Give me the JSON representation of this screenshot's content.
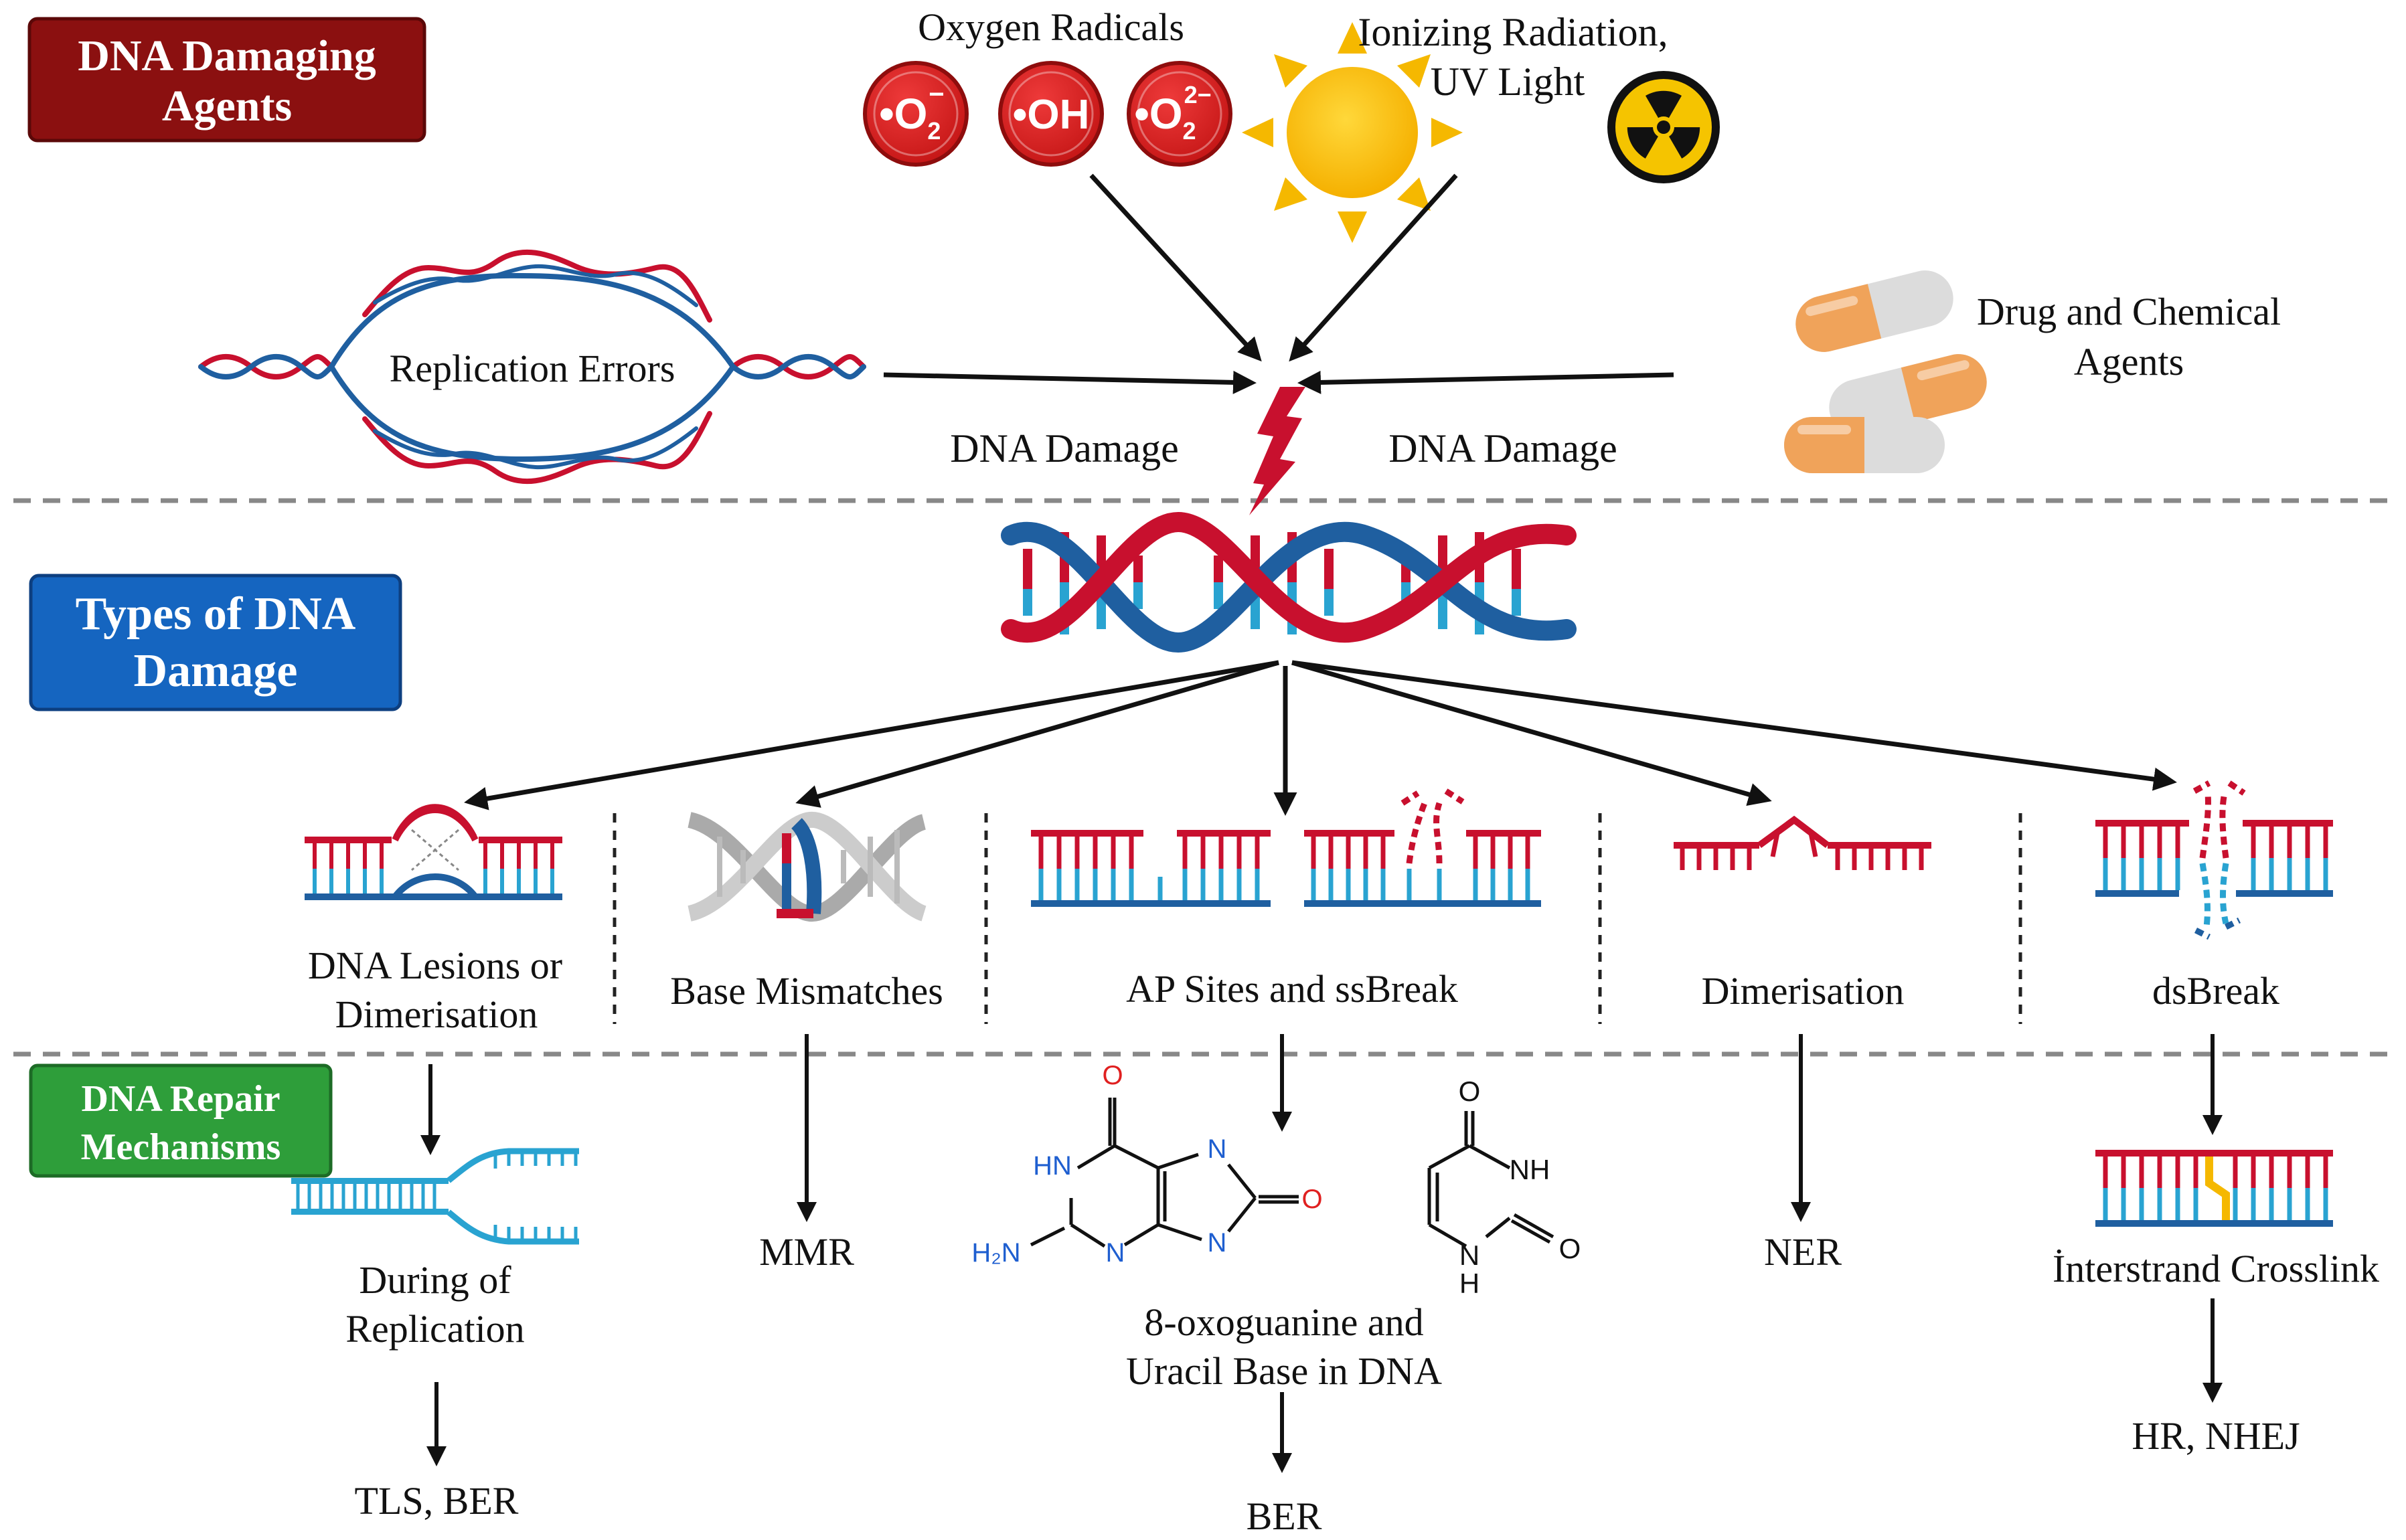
{
  "sections": {
    "agents": {
      "label_line1": "DNA Damaging",
      "label_line2": "Agents",
      "color": "#8b1010"
    },
    "types": {
      "label_line1": "Types of DNA",
      "label_line2": "Damage",
      "color": "#1565c0"
    },
    "repair": {
      "label_line1": "DNA Repair",
      "label_line2": "Mechanisms",
      "color": "#2e9e3a"
    }
  },
  "agents": {
    "oxygen_radicals": {
      "title": "Oxygen Radicals",
      "radicals": [
        {
          "base": "•O",
          "sub": "2",
          "sup": "−"
        },
        {
          "base": "•OH",
          "sub": "",
          "sup": ""
        },
        {
          "base": "•O",
          "sub": "2",
          "sup": "2−"
        }
      ]
    },
    "ionizing": {
      "line1": "Ionizing Radiation,",
      "line2": "UV Light"
    },
    "replication_errors": "Replication Errors",
    "drug": {
      "line1": "Drug and Chemical",
      "line2": "Agents"
    },
    "damage_left": "DNA Damage",
    "damage_right": "DNA Damage"
  },
  "types": [
    {
      "line1": "DNA Lesions or",
      "line2": "Dimerisation"
    },
    {
      "line1": "Base Mismatches",
      "line2": ""
    },
    {
      "line1": "AP Sites and ssBreak",
      "line2": ""
    },
    {
      "line1": "Dimerisation",
      "line2": ""
    },
    {
      "line1": "dsBreak",
      "line2": ""
    }
  ],
  "repair": {
    "during_replication": {
      "line1": "During of",
      "line2": "Replication"
    },
    "tls_ber": "TLS, BER",
    "mmr": "MMR",
    "oxo": {
      "line1": "8-oxoguanine and",
      "line2": "Uracil Base in DNA"
    },
    "ber": "BER",
    "ner": "NER",
    "crosslink": "İnterstrand Crosslink",
    "hr_nhej": "HR, NHEJ"
  },
  "chem_labels": {
    "o": "O",
    "n": "N",
    "hn": "HN",
    "nh": "NH",
    "h": "H",
    "h2n": "H₂N"
  },
  "colors": {
    "red": "#c8102e",
    "blue": "#1f5fa0",
    "cyan": "#29a3d1",
    "yellow": "#f5b800",
    "orange": "#f0a35a"
  }
}
